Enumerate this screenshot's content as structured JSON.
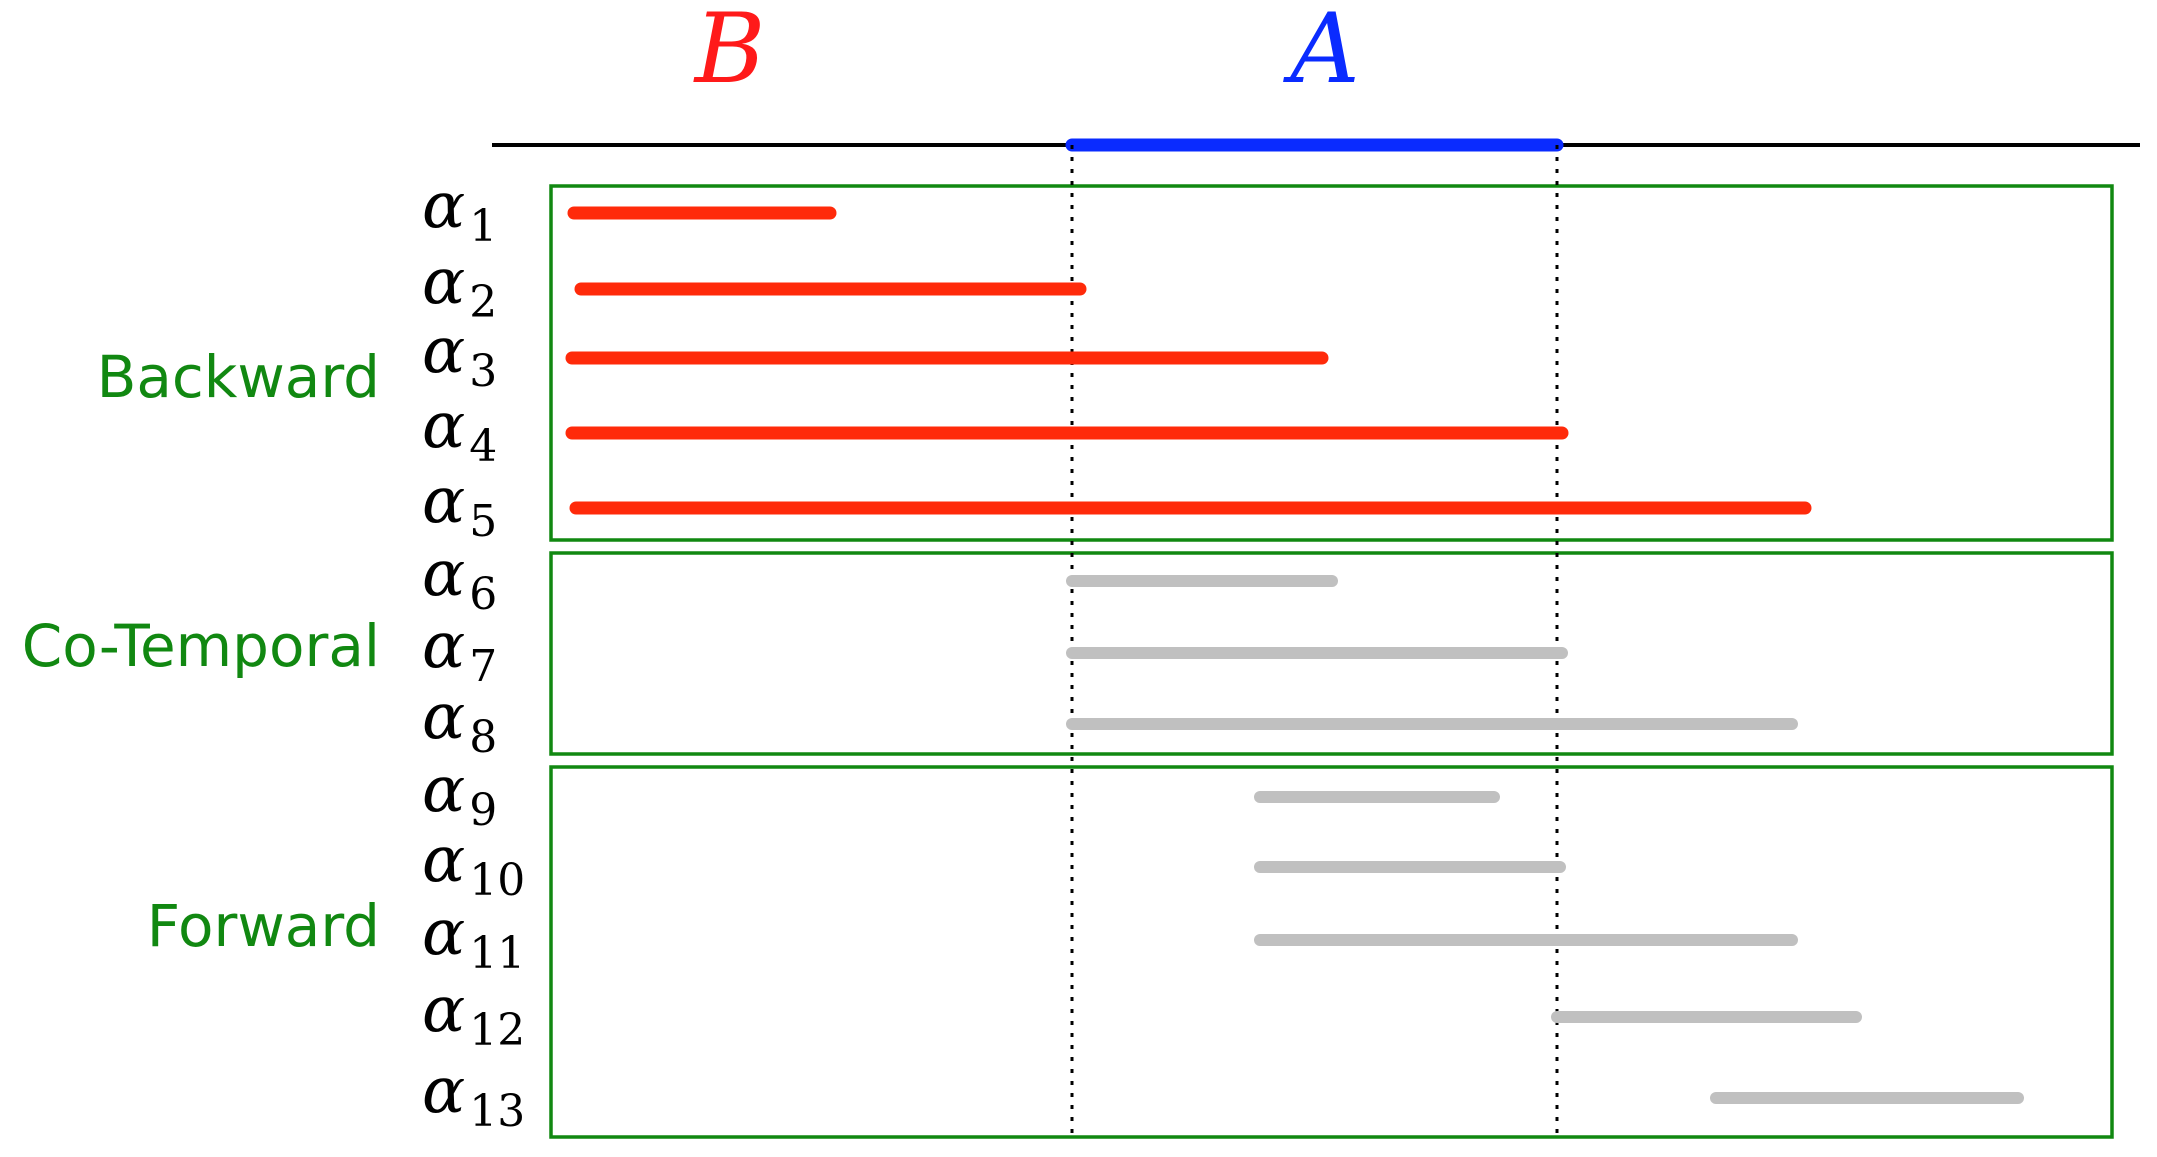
{
  "header": {
    "b_label": "B",
    "a_label": "A"
  },
  "groups": [
    {
      "label": "Backward"
    },
    {
      "label": "Co-Temporal"
    },
    {
      "label": "Forward"
    }
  ],
  "rows": [
    {
      "symbol": "α",
      "subscript": "1"
    },
    {
      "symbol": "α",
      "subscript": "2"
    },
    {
      "symbol": "α",
      "subscript": "3"
    },
    {
      "symbol": "α",
      "subscript": "4"
    },
    {
      "symbol": "α",
      "subscript": "5"
    },
    {
      "symbol": "α",
      "subscript": "6"
    },
    {
      "symbol": "α",
      "subscript": "7"
    },
    {
      "symbol": "α",
      "subscript": "8"
    },
    {
      "symbol": "α",
      "subscript": "9"
    },
    {
      "symbol": "α",
      "subscript": "10"
    },
    {
      "symbol": "α",
      "subscript": "11"
    },
    {
      "symbol": "α",
      "subscript": "12"
    },
    {
      "symbol": "α",
      "subscript": "13"
    }
  ],
  "colors": {
    "b": "#ff1a1a",
    "a": "#0a2bff",
    "group": "#118811",
    "backward_bar": "#ff2a0a",
    "other_bar": "#c0c0c0",
    "axis": "#000000"
  }
}
